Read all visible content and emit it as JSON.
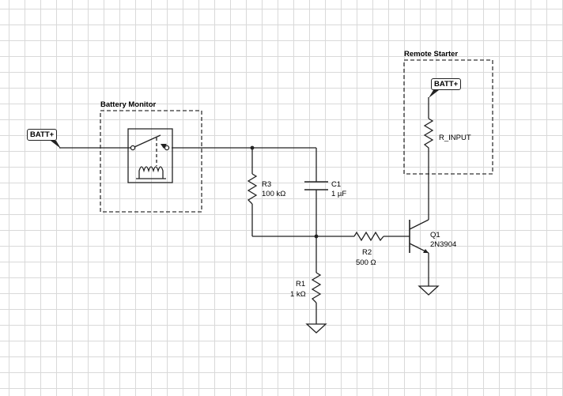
{
  "groups": {
    "battery_monitor": "Battery Monitor",
    "remote_starter": "Remote Starter"
  },
  "ports": {
    "batt_left": "BATT+",
    "batt_top": "BATT+"
  },
  "components": {
    "r3": {
      "ref": "R3",
      "value": "100 kΩ"
    },
    "c1": {
      "ref": "C1",
      "value": "1 µF"
    },
    "r2": {
      "ref": "R2",
      "value": "500 Ω"
    },
    "r1": {
      "ref": "R1",
      "value": "1 kΩ"
    },
    "q1": {
      "ref": "Q1",
      "value": "2N3904"
    },
    "r_input": {
      "ref": "R_INPUT"
    }
  },
  "colors": {
    "wire": "#222222",
    "grid": "#d9d9d9",
    "frame": "#333333"
  }
}
